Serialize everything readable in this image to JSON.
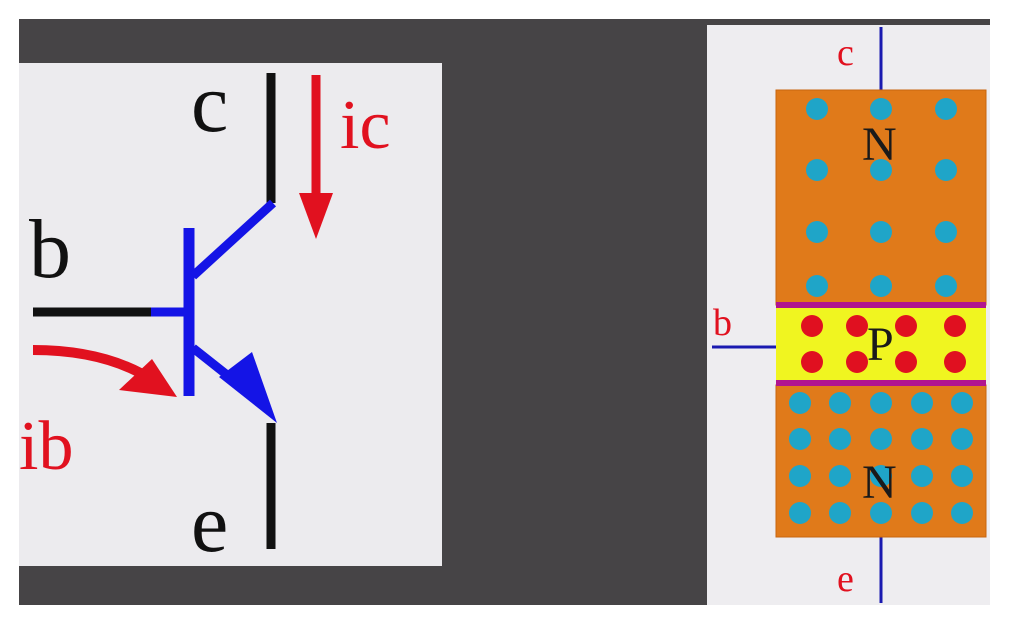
{
  "transistor_symbol": {
    "collector_label": "c",
    "base_label": "b",
    "emitter_label": "e",
    "collector_current_label": "ic",
    "base_current_label": "ib"
  },
  "npn_structure": {
    "collector_label": "c",
    "base_label": "b",
    "emitter_label": "e",
    "top_region_label": "N",
    "middle_region_label": "P",
    "bottom_region_label": "N"
  },
  "colors": {
    "background": "#464446",
    "panel": "#ecebee",
    "lead_black": "#111111",
    "transistor_blue": "#1414e6",
    "current_red": "#e1111f",
    "n_region": "#e07a1a",
    "p_region": "#f0f520",
    "boundary": "#b1148f",
    "electron": "#1fa5c8",
    "hole": "#e01020",
    "wire": "#1a1ab0"
  }
}
